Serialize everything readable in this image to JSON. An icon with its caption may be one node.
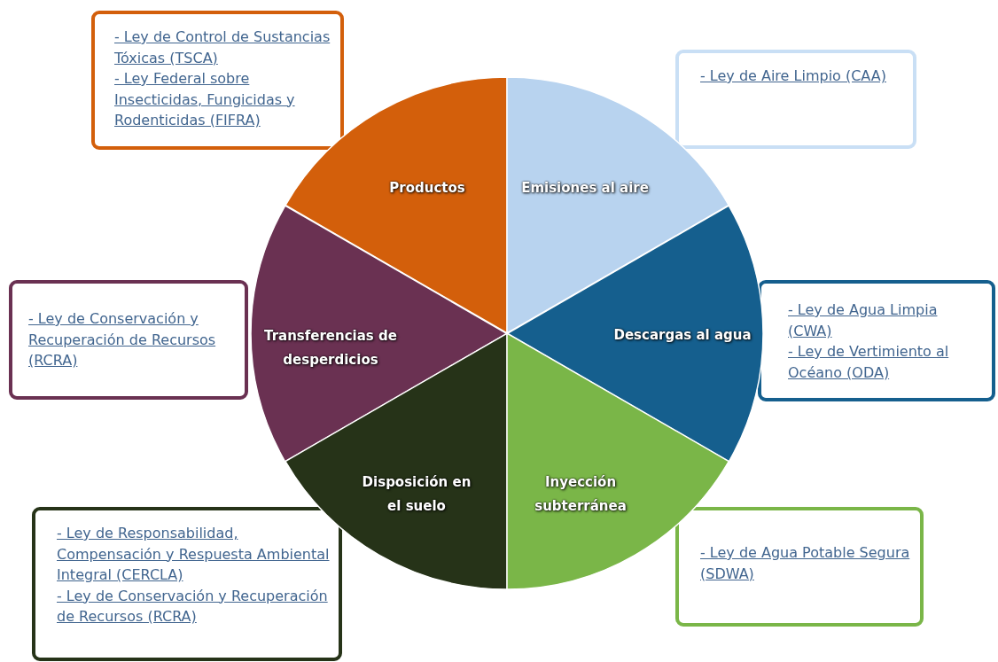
{
  "diagram": {
    "nodes": [
      {
        "text": [
          "Productos"
        ]
      },
      {
        "text": [
          "Emisiones al aire"
        ]
      },
      {
        "text": [
          "Transferencias de desperdicios"
        ]
      },
      {
        "text": [
          "Descargas al agua"
        ]
      },
      {
        "text": [
          "Disposición en el suelo"
        ]
      },
      {
        "text": [
          "Inyección subterránea"
        ]
      },
      {
        "text": [
          "- Ley de Control de Sustancias Tóxicas (TSCA)",
          "- Ley Federal sobre Insecticidas, Fungicidas y Rodenticidas (FIFRA)"
        ]
      },
      {
        "text": [
          "- Ley de Aire Limpio (CAA)"
        ]
      },
      {
        "text": [
          "- Ley de Conservación y Recuperación de Recursos (RCRA)"
        ]
      },
      {
        "text": [
          "- Ley de Agua Limpia (CWA)",
          "- Ley de Vertimiento al Océano (ODA)"
        ]
      },
      {
        "text": [
          "- Ley de Responsabilidad, Compensación y Respuesta Ambiental Integral (CERCLA)",
          "- Ley de Conservación y Recuperación de Recursos (RCRA)"
        ]
      },
      {
        "text": [
          "- Ley de Agua Potable Segura (SDWA)"
        ]
      }
    ]
  }
}
